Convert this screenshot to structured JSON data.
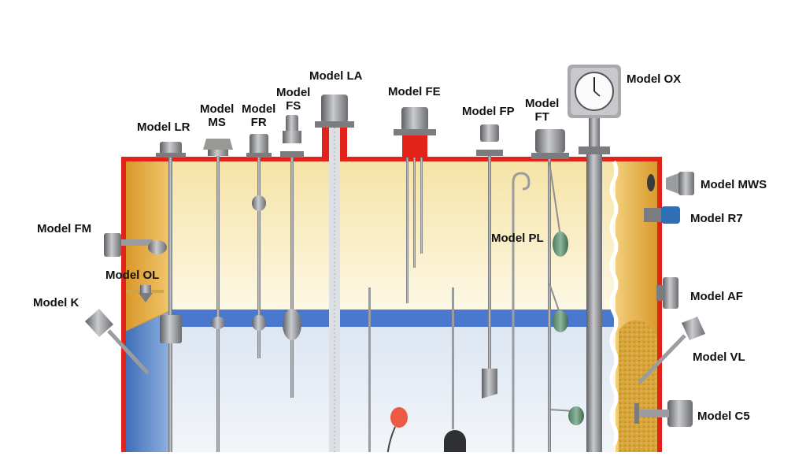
{
  "labels": {
    "lr": "Model LR",
    "ms": "Model\nMS",
    "fr": "Model\nFR",
    "fs": "Model\nFS",
    "la": "Model LA",
    "fe": "Model FE",
    "fp": "Model FP",
    "ft": "Model\nFT",
    "ox": "Model OX",
    "mws": "Model MWS",
    "r7": "Model R7",
    "fm": "Model FM",
    "ol": "Model OL",
    "k": "Model K",
    "pl": "Model PL",
    "af": "Model AF",
    "vl": "Model VL",
    "c5": "Model C5"
  },
  "colors": {
    "tank_wall": "#e2231a",
    "upper_liquid": "#fbf3d2",
    "interface_band": "#4a78cf",
    "lower_liquid": "#e8eef6",
    "left_wall_gold": "#e2a93c",
    "left_wall_blue": "#5a86c8",
    "solids_gold": "#d9a73a",
    "sensor_metal": "#8d8f93",
    "float_green": "#5f8f73",
    "float_red": "#e84a3a"
  }
}
